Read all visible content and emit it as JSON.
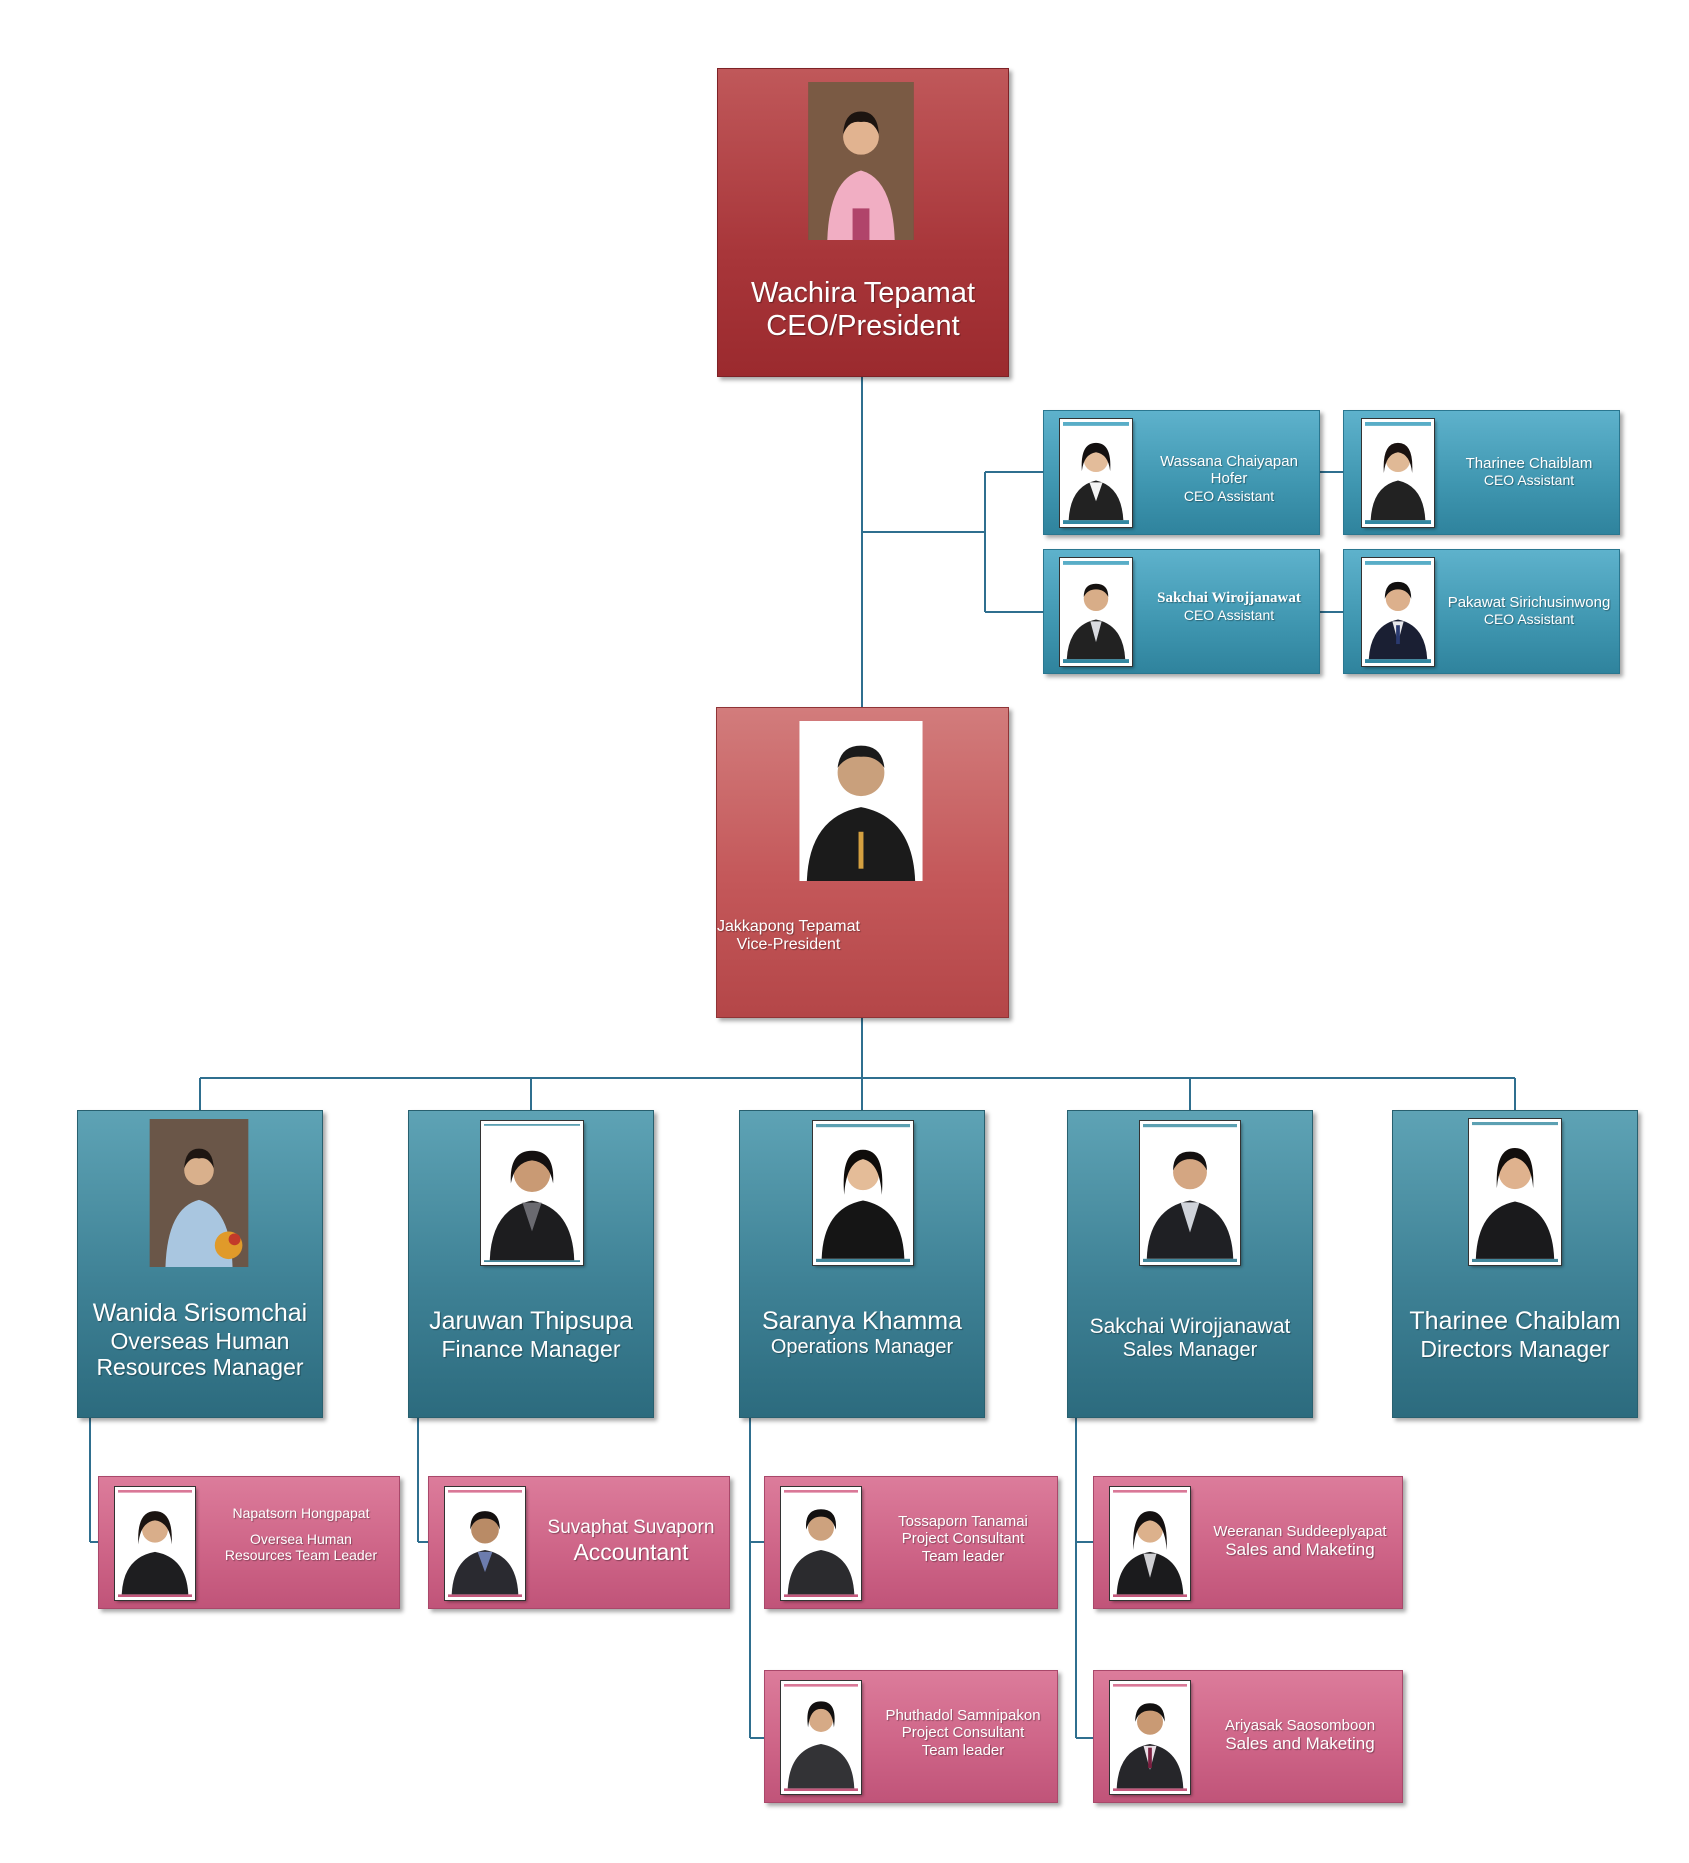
{
  "colors": {
    "connector": "#2f6f8f",
    "executive_red": "#a8363a",
    "manager_teal": "#3f8296",
    "assistant_blue": "#3f96b0",
    "staff_pink": "#cd6386"
  },
  "executives": {
    "ceo": {
      "name": "Wachira Tepamat",
      "title": "CEO/President"
    },
    "vp": {
      "name": "Jakkapong Tepamat",
      "title": "Vice-President"
    }
  },
  "assistants": [
    {
      "name": "Wassana Chaiyapan Hofer",
      "title": "CEO Assistant"
    },
    {
      "name": "Tharinee Chaiblam",
      "title": "CEO Assistant"
    },
    {
      "name": "Sakchai Wirojjanawat",
      "title": "CEO Assistant"
    },
    {
      "name": "Pakawat Sirichusinwong",
      "title": "CEO Assistant"
    }
  ],
  "managers": [
    {
      "name": "Wanida Srisomchai",
      "title_line1": "Overseas Human",
      "title_line2": "Resources Manager"
    },
    {
      "name": "Jaruwan Thipsupa",
      "title": "Finance Manager"
    },
    {
      "name": "Saranya Khamma",
      "title": "Operations Manager"
    },
    {
      "name": "Sakchai Wirojjanawat",
      "title": "Sales Manager"
    },
    {
      "name": "Tharinee Chaiblam",
      "title": "Directors Manager"
    }
  ],
  "staff": [
    {
      "name": "Napatsorn Hongpapat",
      "title_line1": "Oversea Human",
      "title_line2": "Resources Team Leader"
    },
    {
      "name": "Suvaphat Suvaporn",
      "title": "Accountant"
    },
    {
      "name": "Tossaporn Tanamai",
      "title_line1": "Project Consultant",
      "title_line2": "Team leader"
    },
    {
      "name": "Phuthadol Samnipakon",
      "title_line1": "Project Consultant",
      "title_line2": "Team leader"
    },
    {
      "name": "Weeranan Suddeeplyapat",
      "title": "Sales and Maketing"
    },
    {
      "name": "Ariyasak Saosomboon",
      "title": "Sales and Maketing"
    }
  ]
}
